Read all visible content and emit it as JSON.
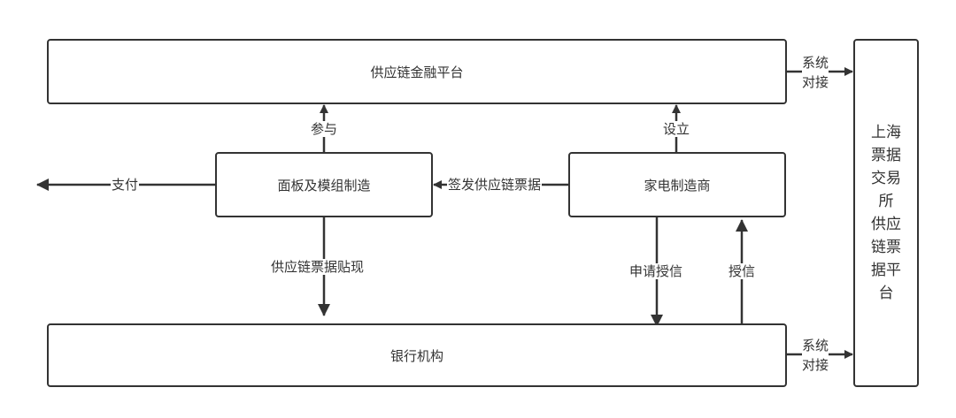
{
  "nodes": {
    "platform": "供应链金融平台",
    "panel": "面板及模组制造",
    "appliance": "家电制造商",
    "bank": "银行机构",
    "exchange": "上海\n票据\n交易\n所\n供应\n链票\n据平\n台"
  },
  "edges": {
    "pay": "支付",
    "participate": "参与",
    "establish": "设立",
    "issue_bill": "签发供应链票据",
    "discount": "供应链票据贴现",
    "apply_credit": "申请授信",
    "grant_credit": "授信",
    "sys_connect_top": "系统\n对接",
    "sys_connect_bottom": "系统\n对接"
  },
  "colors": {
    "line": "#333333",
    "border": "#333333",
    "background": "#ffffff"
  }
}
